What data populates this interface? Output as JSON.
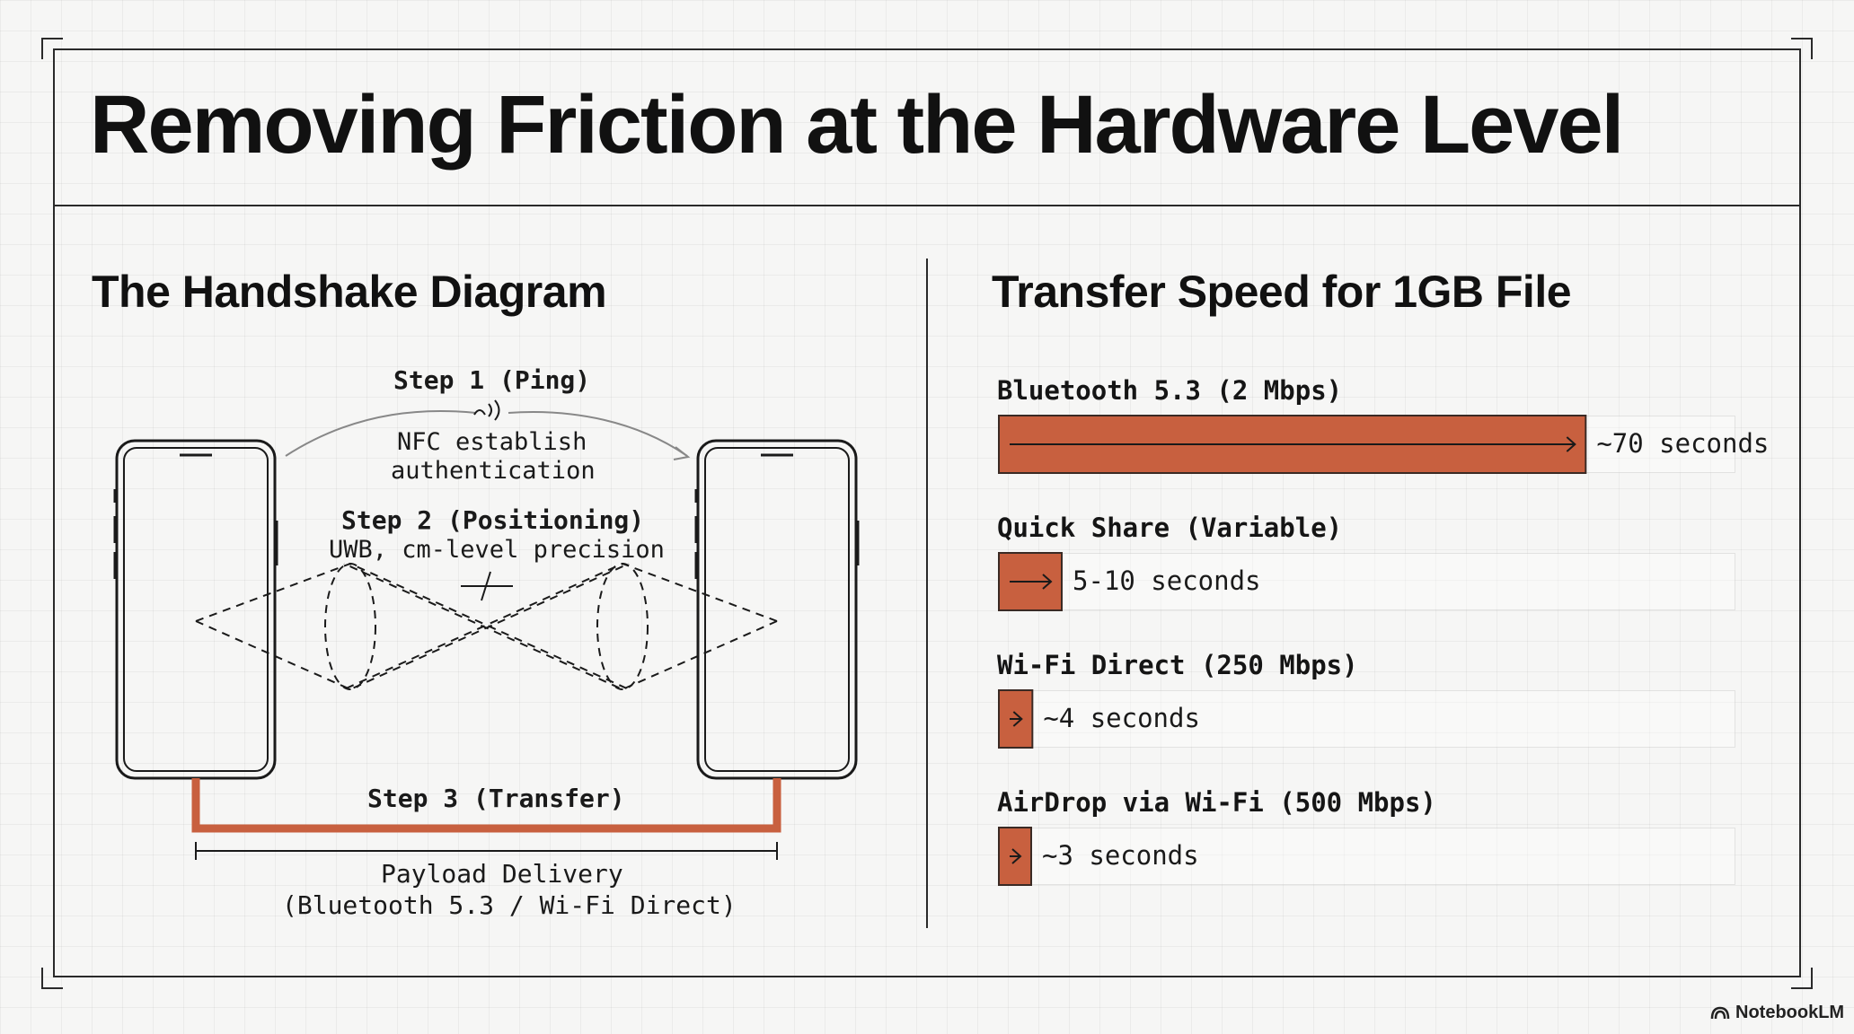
{
  "title": "Removing Friction at the Hardware Level",
  "left_panel": {
    "heading": "The Handshake Diagram",
    "step1": {
      "title": "Step 1 (Ping)",
      "line1": "NFC establish",
      "line2": "authentication"
    },
    "step2": {
      "title": "Step 2 (Positioning)",
      "subtitle": "UWB, cm-level precision"
    },
    "step3": {
      "title": "Step 3 (Transfer)"
    },
    "payload": {
      "line1": "Payload Delivery",
      "line2": "(Bluetooth 5.3 / Wi-Fi Direct)"
    }
  },
  "chart_data": {
    "type": "bar",
    "orientation": "horizontal",
    "title": "Transfer Speed for 1GB File",
    "unit": "seconds",
    "bar_color": "#c8603f",
    "categories": [
      "Bluetooth 5.3 (2 Mbps)",
      "Quick Share (Variable)",
      "Wi-Fi Direct (250 Mbps)",
      "AirDrop via Wi-Fi (500 Mbps)"
    ],
    "values": [
      70,
      7.5,
      4,
      3
    ],
    "value_labels": [
      "~70 seconds",
      "5-10 seconds",
      "~4 seconds",
      "~3 seconds"
    ],
    "xlim": [
      0,
      108
    ]
  },
  "brand": "NotebookLM",
  "colors": {
    "accent": "#c8603f",
    "ink": "#141414"
  }
}
